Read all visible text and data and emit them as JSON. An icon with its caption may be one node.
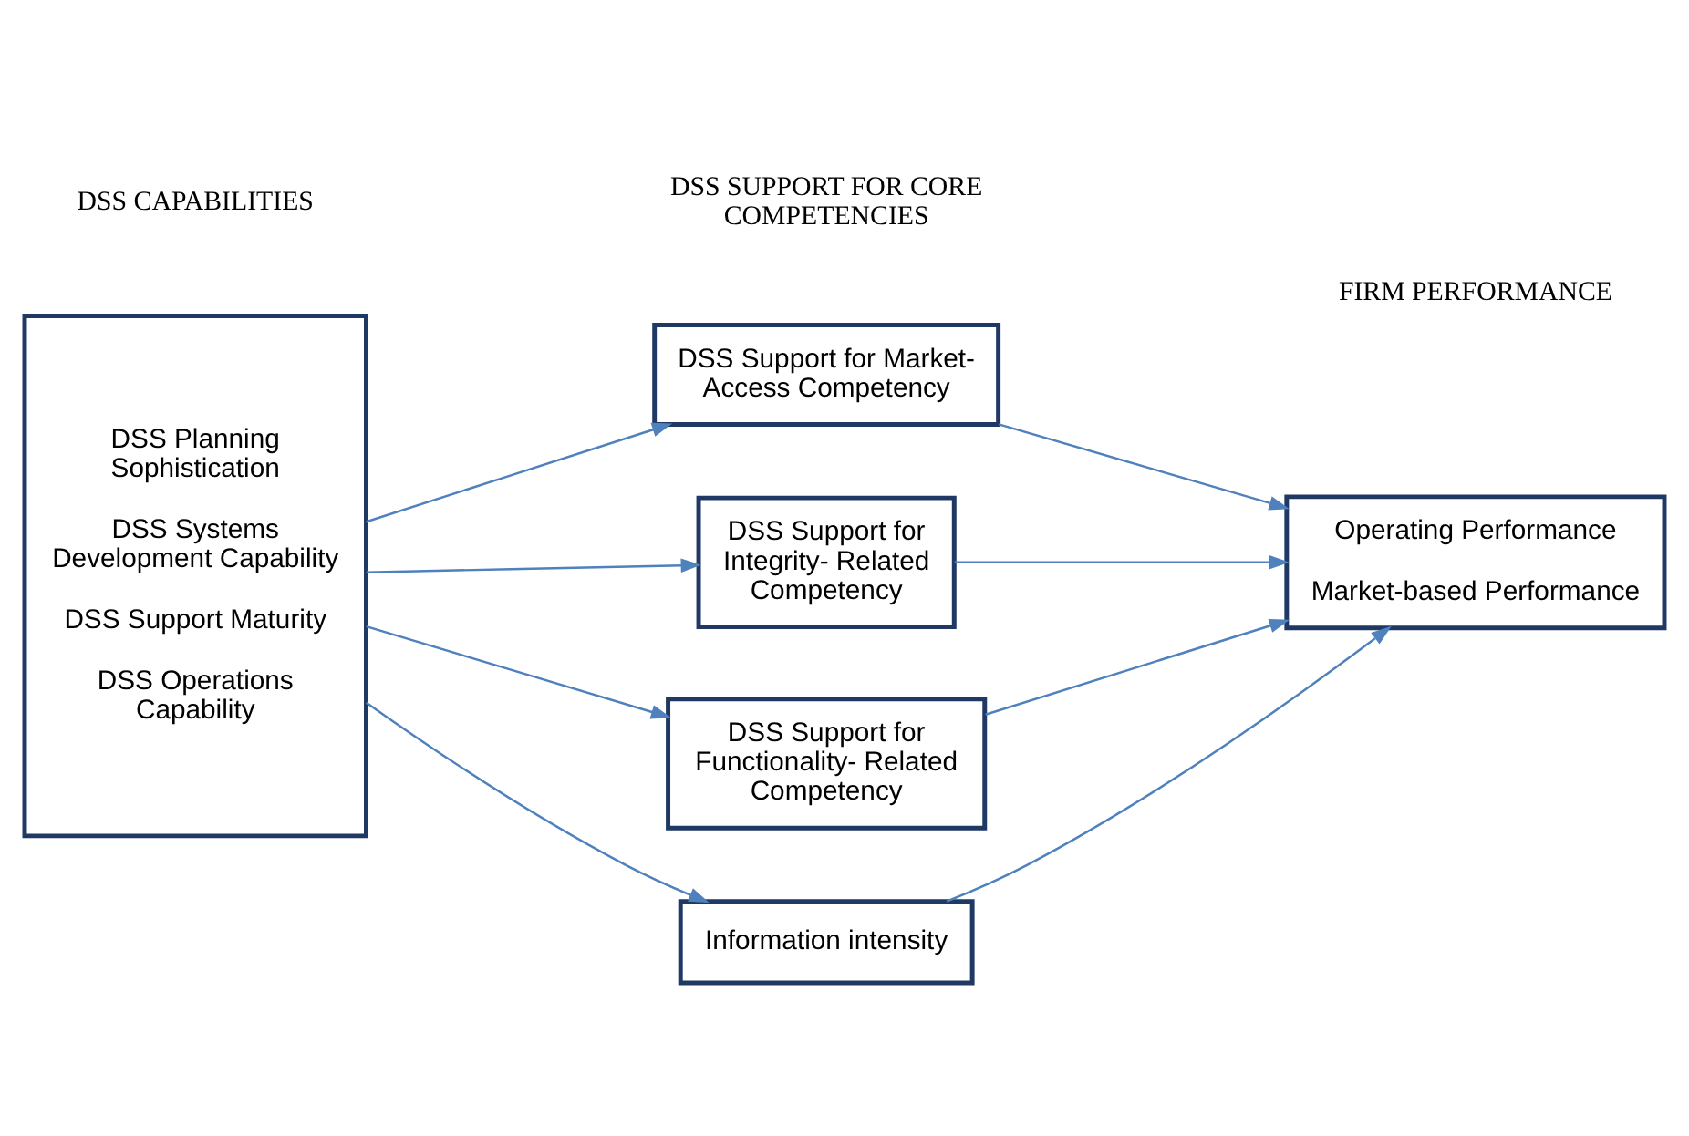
{
  "diagram": {
    "nodes": [
      {
        "text": [
          "DSS Planning Sophistication",
          "DSS Systems Development Capability",
          "DSS Support Maturity",
          "DSS Operations Capability"
        ]
      },
      {
        "text": [
          "DSS Support for Market-Access Competency"
        ]
      },
      {
        "text": [
          "DSS Support for Integrity- Related Competency"
        ]
      },
      {
        "text": [
          "DSS Support for Functionality- Related Competency"
        ]
      },
      {
        "text": [
          "Information intensity"
        ]
      },
      {
        "text": [
          "Operating Performance",
          "Market-based Performance"
        ]
      }
    ],
    "edges": [
      {
        "from": 0,
        "to": 1,
        "arrow": "to"
      },
      {
        "from": 0,
        "to": 2,
        "arrow": "to"
      },
      {
        "from": 0,
        "to": 3,
        "arrow": "to"
      },
      {
        "from": 0,
        "to": 4,
        "arrow": "to"
      },
      {
        "from": 1,
        "to": 5,
        "arrow": "to"
      },
      {
        "from": 2,
        "to": 5,
        "arrow": "to"
      },
      {
        "from": 3,
        "to": 5,
        "arrow": "to"
      },
      {
        "from": 4,
        "to": 5,
        "arrow": "to"
      }
    ],
    "labels": [
      "DSS CAPABILITIES",
      "DSS SUPPORT FOR CORE COMPETENCIES",
      "FIRM PERFORMANCE"
    ]
  }
}
